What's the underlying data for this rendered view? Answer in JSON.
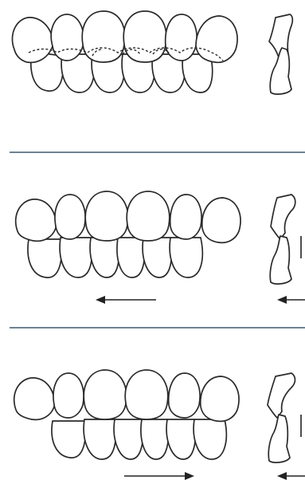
{
  "figure": {
    "panels": [
      {
        "id": "centric",
        "lower_jaw_shift": "none",
        "arrow": "none"
      },
      {
        "id": "shift-left",
        "lower_jaw_shift": "left",
        "arrow": "left"
      },
      {
        "id": "shift-right",
        "lower_jaw_shift": "right",
        "arrow": "right"
      }
    ],
    "divider_color": "#3a5a6e",
    "line_color": "#2a2a2a"
  }
}
